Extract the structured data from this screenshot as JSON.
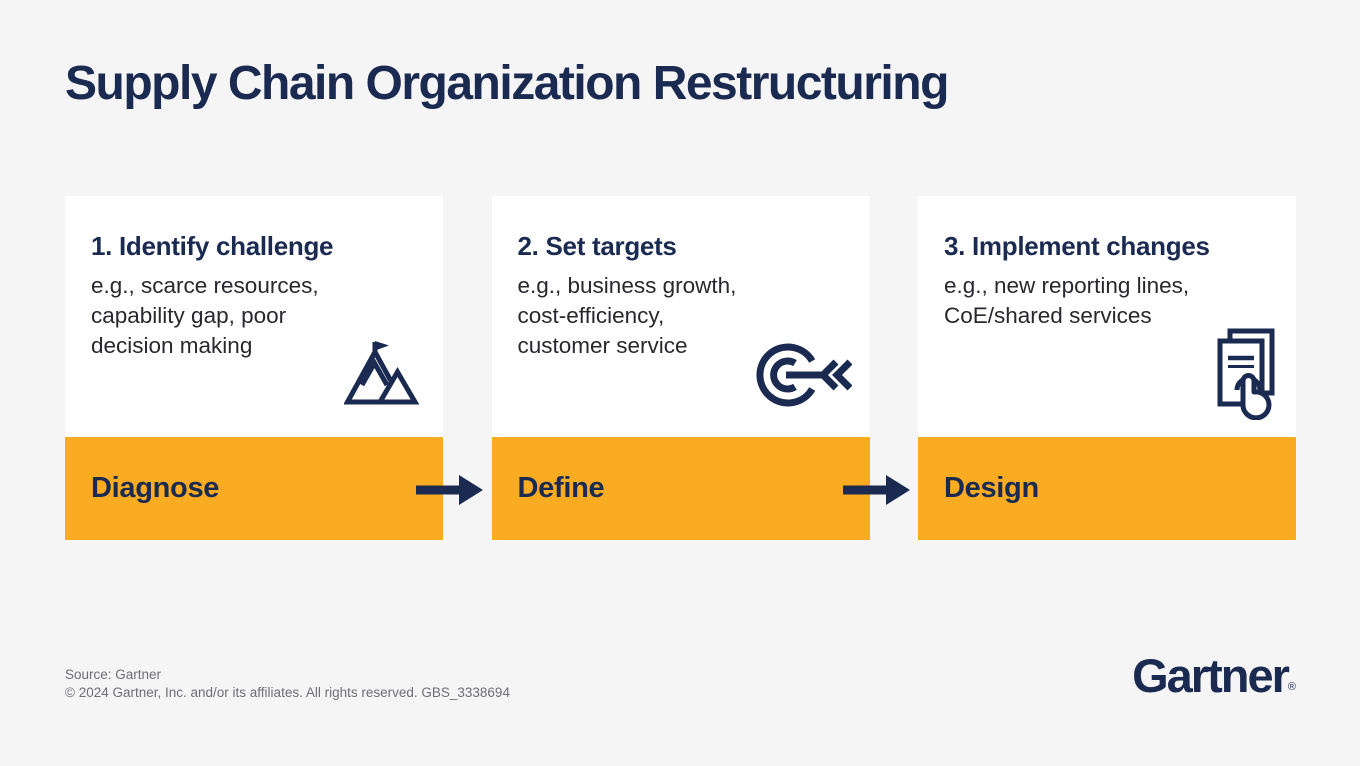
{
  "title": "Supply Chain Organization Restructuring",
  "steps": [
    {
      "heading": "1. Identify challenge",
      "body": "e.g., scarce resources,\ncapability gap, poor\ndecision making",
      "phase": "Diagnose",
      "icon": "mountain-flag-icon"
    },
    {
      "heading": "2. Set targets",
      "body": "e.g., business growth,\ncost-efficiency,\ncustomer service",
      "phase": "Define",
      "icon": "target-arrow-icon"
    },
    {
      "heading": "3. Implement changes",
      "body": "e.g., new reporting lines,\nCoE/shared services",
      "phase": "Design",
      "icon": "document-click-icon"
    }
  ],
  "connectors": {
    "icon": "arrow-right-icon",
    "count": 2
  },
  "footer": {
    "source": "Source: Gartner",
    "copyright": "© 2024 Gartner, Inc. and/or its affiliates. All rights reserved. GBS_3338694"
  },
  "logo": {
    "text": "Gartner",
    "registered": "®"
  },
  "colors": {
    "navy": "#1B2A50",
    "gold": "#F9AB21",
    "background": "#F5F5F6",
    "card_white": "#FFFFFF",
    "body_text": "#28282E",
    "footer_gray": "#6F6F73"
  }
}
